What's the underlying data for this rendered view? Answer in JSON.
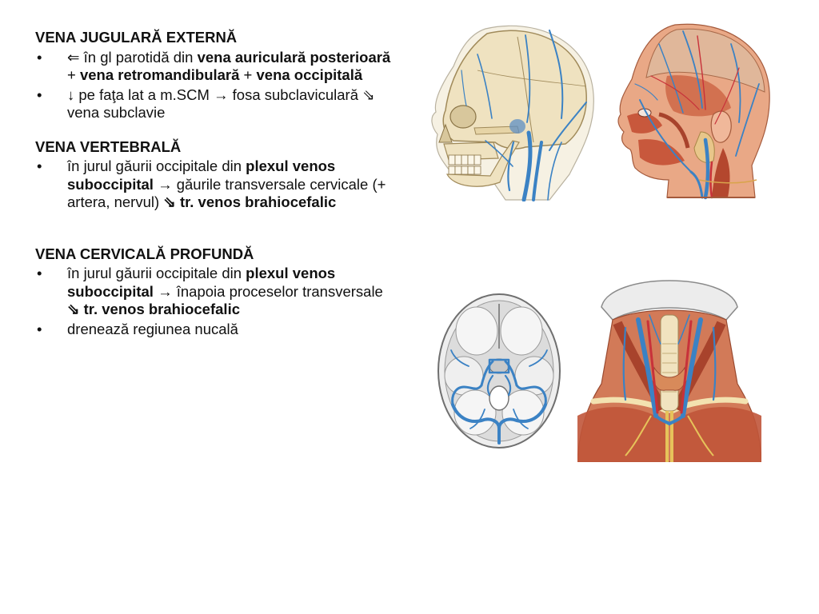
{
  "sections": [
    {
      "title": "VENA JUGULARĂ EXTERNĂ",
      "bullets": [
        {
          "bullet": "•",
          "runs": [
            {
              "t": "⇐ în gl parotidă din "
            },
            {
              "t": "vena auriculară posterioară",
              "b": true
            },
            {
              "t": " + "
            },
            {
              "t": "vena retromandibulară",
              "b": true
            },
            {
              "t": " + "
            },
            {
              "t": "vena occipitală",
              "b": true
            }
          ]
        },
        {
          "bullet": "•",
          "runs": [
            {
              "t": "↓ pe faţa lat a m.SCM → fosa subclaviculară ⇘ vena subclavie"
            }
          ]
        }
      ]
    },
    {
      "title": "VENA VERTEBRALĂ",
      "bullets": [
        {
          "bullet": "•",
          "runs": [
            {
              "t": "în jurul găurii occipitale din "
            },
            {
              "t": "plexul venos suboccipital",
              "b": true
            },
            {
              "t": " → găurile transversale cervicale (+ artera, nervul) "
            },
            {
              "t": "⇘ tr. venos brahiocefalic",
              "b": true
            }
          ]
        }
      ]
    },
    {
      "title": "VENA CERVICALĂ PROFUNDĂ",
      "bullets": [
        {
          "bullet": "•",
          "runs": [
            {
              "t": "în jurul găurii occipitale din "
            },
            {
              "t": "plexul venos suboccipital",
              "b": true
            },
            {
              "t": " → înapoia proceselor transversale "
            },
            {
              "t": "⇘ tr. venos brahiocefalic",
              "b": true
            }
          ]
        },
        {
          "bullet": "•",
          "runs": [
            {
              "t": "drenează regiunea nucală"
            }
          ]
        }
      ]
    }
  ],
  "colors": {
    "vein": "#3b82c4",
    "bone": "#efe2c0",
    "muscle": "#cf6a4a",
    "artery": "#c8323a"
  },
  "figures": [
    "skull-lateral-veins",
    "head-superficial-veins",
    "cranial-base-sinuses",
    "neck-anterior-dissection"
  ]
}
